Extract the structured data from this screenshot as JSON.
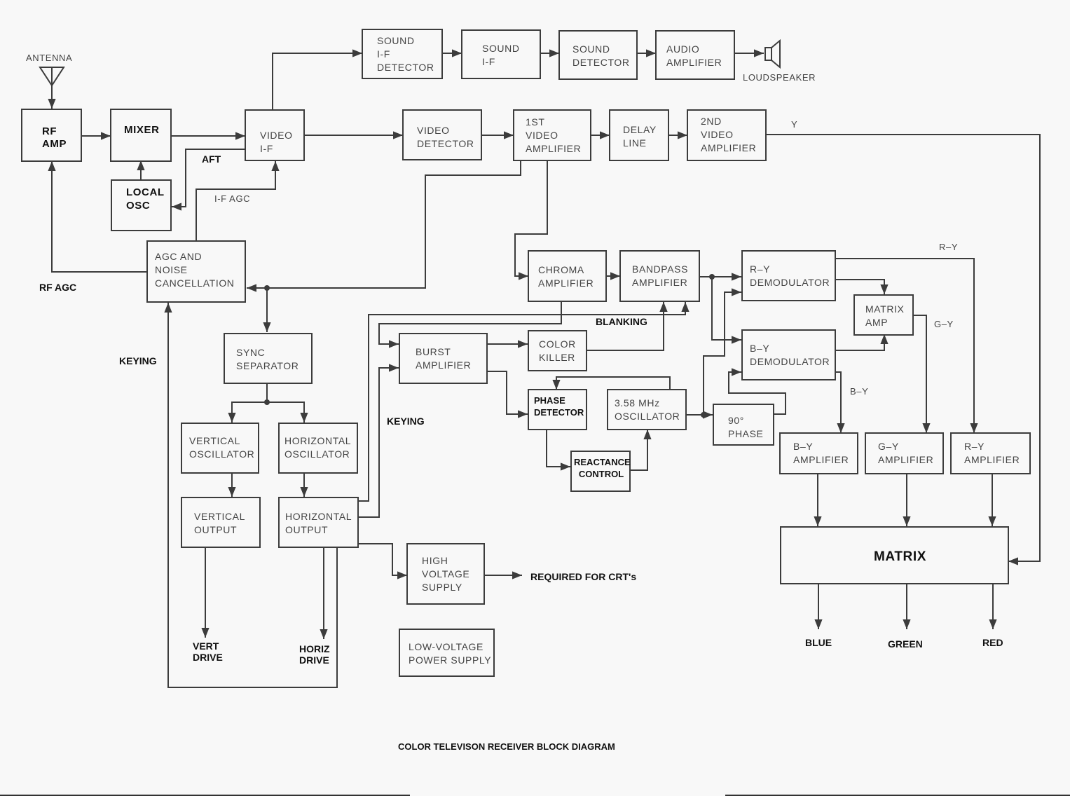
{
  "title": "COLOR TELEVISON RECEIVER BLOCK DIAGRAM",
  "blocks": {
    "rf_amp": "RF\nAMP",
    "mixer": "MIXER",
    "local_osc": "LOCAL\nOSC",
    "video_if": "VIDEO\nI-F",
    "sound_if_detector": "SOUND\nI-F\nDETECTOR",
    "sound_if": "SOUND\nI-F",
    "sound_detector": "SOUND\nDETECTOR",
    "audio_amplifier": "AUDIO\nAMPLIFIER",
    "video_detector": "VIDEO\nDETECTOR",
    "first_video_amplifier": "1ST\nVIDEO\nAMPLIFIER",
    "delay_line": "DELAY\nLINE",
    "second_video_amplifier": "2ND\nVIDEO\nAMPLIFIER",
    "agc_noise": "AGC AND\nNOISE\nCANCELLATION",
    "sync_separator": "SYNC\nSEPARATOR",
    "vertical_oscillator": "VERTICAL\nOSCILLATOR",
    "horizontal_oscillator": "HORIZONTAL\nOSCILLATOR",
    "vertical_output": "VERTICAL\nOUTPUT",
    "horizontal_output": "HORIZONTAL\nOUTPUT",
    "high_voltage_supply": "HIGH\nVOLTAGE\nSUPPLY",
    "low_voltage_supply": "LOW-VOLTAGE\nPOWER SUPPLY",
    "chroma_amplifier": "CHROMA\nAMPLIFIER",
    "bandpass_amplifier": "BANDPASS\nAMPLIFIER",
    "burst_amplifier": "BURST\nAMPLIFIER",
    "color_killer": "COLOR\nKILLER",
    "phase_detector": "PHASE\nDETECTOR",
    "oscillator_358": "3.58 MHz\nOSCILLATOR",
    "reactance_control": "REACTANCE\nCONTROL",
    "ry_demodulator": "R–Y\nDEMODULATOR",
    "by_demodulator": "B–Y\nDEMODULATOR",
    "matrix_amp": "MATRIX\nAMP",
    "phase_90": "90°\nPHASE",
    "by_amplifier": "B–Y\nAMPLIFIER",
    "gy_amplifier": "G–Y\nAMPLIFIER",
    "ry_amplifier": "R–Y\nAMPLIFIER",
    "matrix": "MATRIX"
  },
  "labels": {
    "antenna": "ANTENNA",
    "loudspeaker": "LOUDSPEAKER",
    "aft": "AFT",
    "if_agc": "I-F AGC",
    "rf_agc": "RF AGC",
    "keying_left": "KEYING",
    "keying_mid": "KEYING",
    "blanking": "BLANKING",
    "y": "Y",
    "ry_top": "R–Y",
    "gy": "G–Y",
    "by": "B–Y",
    "vert_drive": "VERT\nDRIVE",
    "horiz_drive": "HORIZ\nDRIVE",
    "required_crt": "REQUIRED FOR CRT's",
    "blue": "BLUE",
    "green": "GREEN",
    "red": "RED"
  },
  "icons": {
    "antenna": "antenna-icon",
    "loudspeaker": "loudspeaker-icon"
  },
  "colors": {
    "line": "#3c3c3c",
    "background": "#f8f8f8"
  }
}
